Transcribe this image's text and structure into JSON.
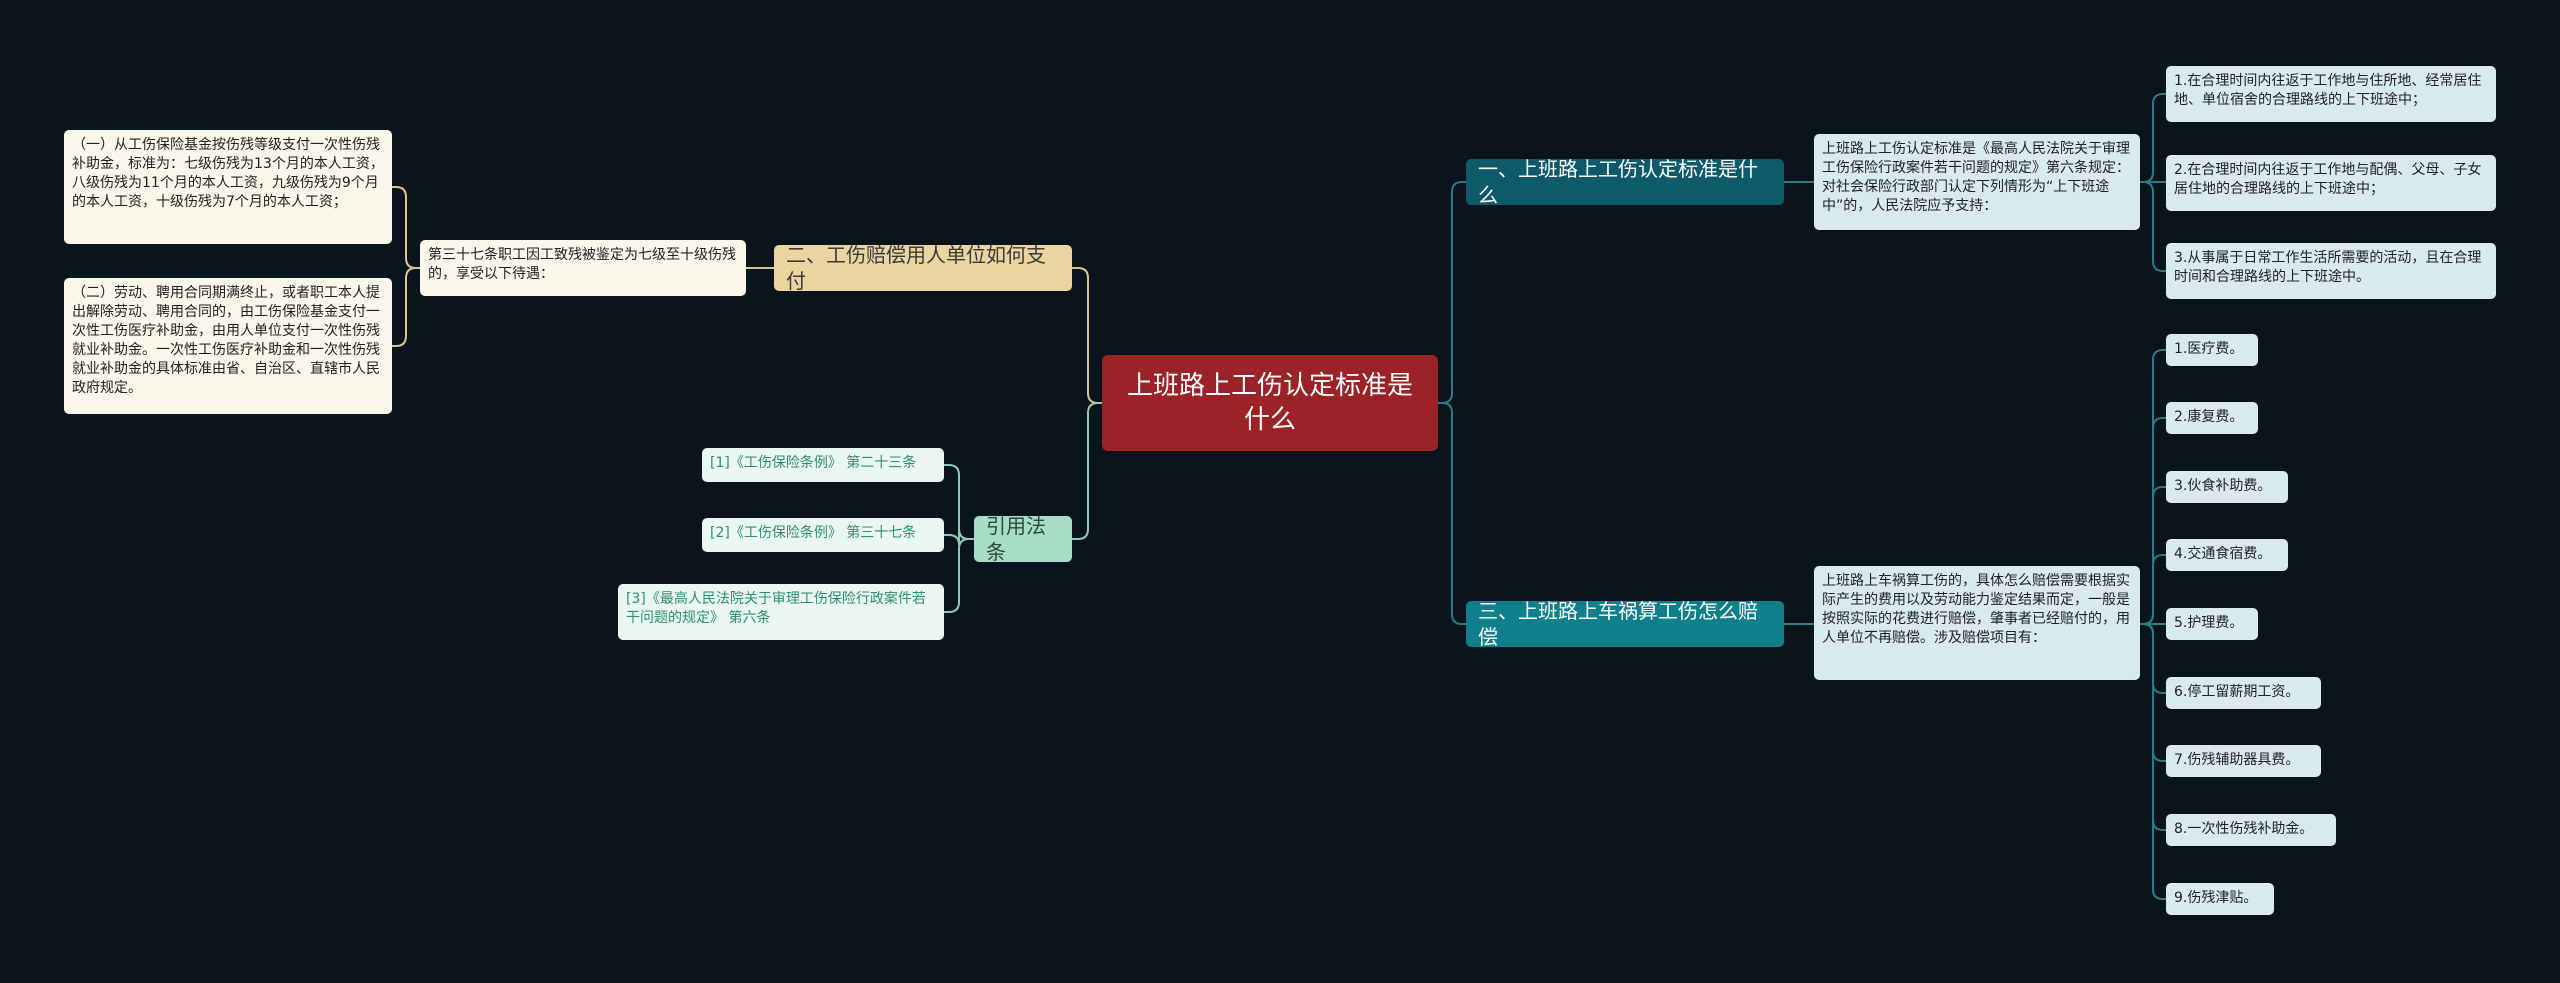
{
  "root": {
    "label": "上班路上工伤认定标准是\n什么"
  },
  "branches": {
    "b1": {
      "label": "一、上班路上工伤认定标准是什么"
    },
    "b2": {
      "label": "二、工伤赔偿用人单位如何支付"
    },
    "b3": {
      "label": "三、上班路上车祸算工伤怎么赔偿"
    },
    "b4": {
      "label": "引用法条"
    }
  },
  "b1_detail": "上班路上工伤认定标准是《最高人民法院关于审理工伤保险行政案件若干问题的规定》第六条规定：对社会保险行政部门认定下列情形为“上下班途中”的，人民法院应予支持：",
  "b1_items": [
    "1.在合理时间内往返于工作地与住所地、经常居住地、单位宿舍的合理路线的上下班途中；",
    "2.在合理时间内往返于工作地与配偶、父母、子女居住地的合理路线的上下班途中；",
    "3.从事属于日常工作生活所需要的活动，且在合理时间和合理路线的上下班途中。"
  ],
  "b2_detail": "第三十七条职工因工致残被鉴定为七级至十级伤残的，享受以下待遇：",
  "b2_items": [
    "（一）从工伤保险基金按伤残等级支付一次性伤残补助金，标准为：七级伤残为13个月的本人工资，八级伤残为11个月的本人工资，九级伤残为9个月的本人工资，十级伤残为7个月的本人工资；",
    "（二）劳动、聘用合同期满终止，或者职工本人提出解除劳动、聘用合同的，由工伤保险基金支付一次性工伤医疗补助金，由用人单位支付一次性伤残就业补助金。一次性工伤医疗补助金和一次性伤残就业补助金的具体标准由省、自治区、直辖市人民政府规定。"
  ],
  "b3_detail": "上班路上车祸算工伤的，具体怎么赔偿需要根据实际产生的费用以及劳动能力鉴定结果而定，一般是按照实际的花费进行赔偿，肇事者已经赔付的，用人单位不再赔偿。涉及赔偿项目有：",
  "b3_items": [
    "1.医疗费。",
    "2.康复费。",
    "3.伙食补助费。",
    "4.交通食宿费。",
    "5.护理费。",
    "6.停工留薪期工资。",
    "7.伤残辅助器具费。",
    "8.一次性伤残补助金。",
    "9.伤残津贴。"
  ],
  "b4_items": [
    "[1]《工伤保险条例》 第二十三条",
    "[2]《工伤保险条例》 第三十七条",
    "[3]《最高人民法院关于审理工伤保险行政案件若干问题的规定》 第六条"
  ],
  "colors": {
    "background": "#0a141c",
    "root": "#9b2227",
    "branch_1": "#0e5a6b",
    "branch_2": "#ead5a0",
    "branch_3": "#0f7f8c",
    "branch_4": "#a7dcc6",
    "leaf_blue": "#d8e9f0",
    "leaf_cream": "#fbf6ea",
    "leaf_ref": "#eaf7f1",
    "connector_right": "#2d7a86",
    "connector_tan": "#d9c48e",
    "connector_green": "#8fcab2"
  }
}
